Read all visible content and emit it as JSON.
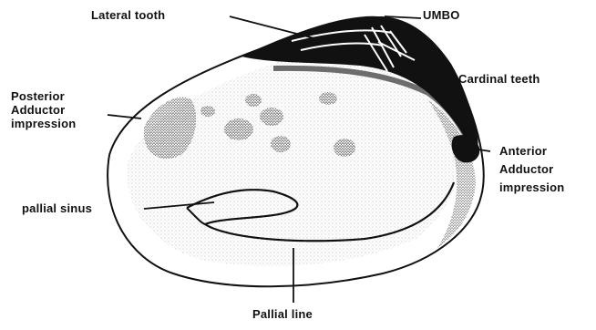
{
  "diagram": {
    "labels": {
      "lateral_tooth": "Lateral tooth",
      "umbo": "UMBO",
      "cardinal_teeth": "Cardinal teeth",
      "posterior_adductor": "Posterior\nAdductor\nimpression",
      "anterior_adductor": "Anterior\nAdductor\nimpression",
      "pallial_sinus": "pallial sinus",
      "pallial_line": "Pallial line"
    },
    "colors": {
      "ink": "#111111",
      "paper": "#ffffff",
      "stipple": "#3a3a3a"
    }
  }
}
